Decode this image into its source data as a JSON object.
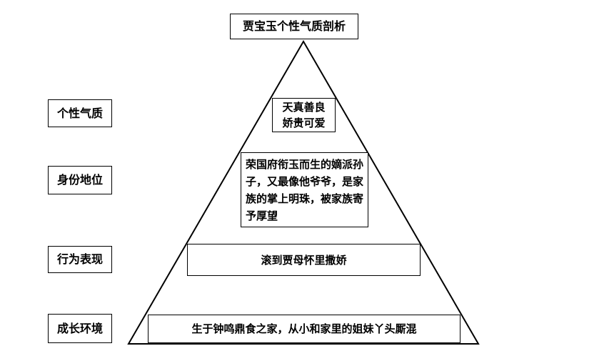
{
  "title": "贾宝玉个性气质剖析",
  "labels": [
    "个性气质",
    "身份地位",
    "行为表现",
    "成长环境"
  ],
  "tiers": [
    "天真善良\n娇贵可爱",
    "荣国府衔玉而生的嫡派孙子，又最像他爷爷，是家族的掌上明珠，被家族寄予厚望",
    "滚到贾母怀里撒娇",
    "生于钟鸣鼎食之家，从小和家里的姐妹丫头厮混"
  ],
  "colors": {
    "line": "#000000",
    "background": "#ffffff"
  }
}
